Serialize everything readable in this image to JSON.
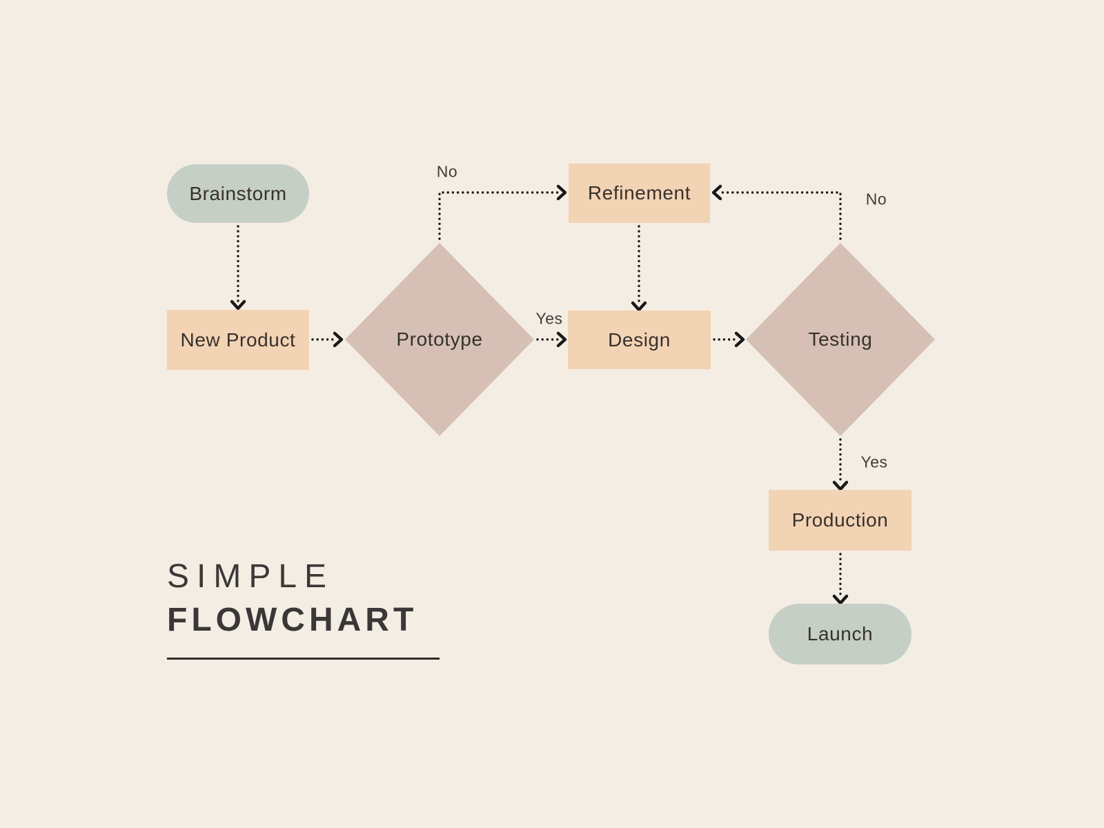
{
  "title": {
    "line1": "SIMPLE",
    "line2": "FLOWCHART"
  },
  "nodes": {
    "brainstorm": {
      "label": "Brainstorm",
      "type": "terminator-start"
    },
    "new_product": {
      "label": "New Product",
      "type": "process"
    },
    "prototype": {
      "label": "Prototype",
      "type": "decision"
    },
    "refinement": {
      "label": "Refinement",
      "type": "process"
    },
    "design": {
      "label": "Design",
      "type": "process"
    },
    "testing": {
      "label": "Testing",
      "type": "decision"
    },
    "production": {
      "label": "Production",
      "type": "process"
    },
    "launch": {
      "label": "Launch",
      "type": "terminator-end"
    }
  },
  "edges": [
    {
      "from": "brainstorm",
      "to": "new_product",
      "label": ""
    },
    {
      "from": "new_product",
      "to": "prototype",
      "label": ""
    },
    {
      "from": "prototype",
      "to": "refinement",
      "label": "No"
    },
    {
      "from": "prototype",
      "to": "design",
      "label": "Yes"
    },
    {
      "from": "refinement",
      "to": "design",
      "label": ""
    },
    {
      "from": "design",
      "to": "testing",
      "label": ""
    },
    {
      "from": "testing",
      "to": "refinement",
      "label": "No"
    },
    {
      "from": "testing",
      "to": "production",
      "label": "Yes"
    },
    {
      "from": "production",
      "to": "launch",
      "label": ""
    }
  ],
  "colors": {
    "bg": "#f4ede4",
    "sage": "#c5cfc5",
    "peach": "#f2d3b4",
    "mauve": "#d6c0b6",
    "ink": "#181818",
    "node-text": "#37312c",
    "label-text": "#403d39",
    "title-text": "#3a3836",
    "rule": "#2d2c2a"
  }
}
